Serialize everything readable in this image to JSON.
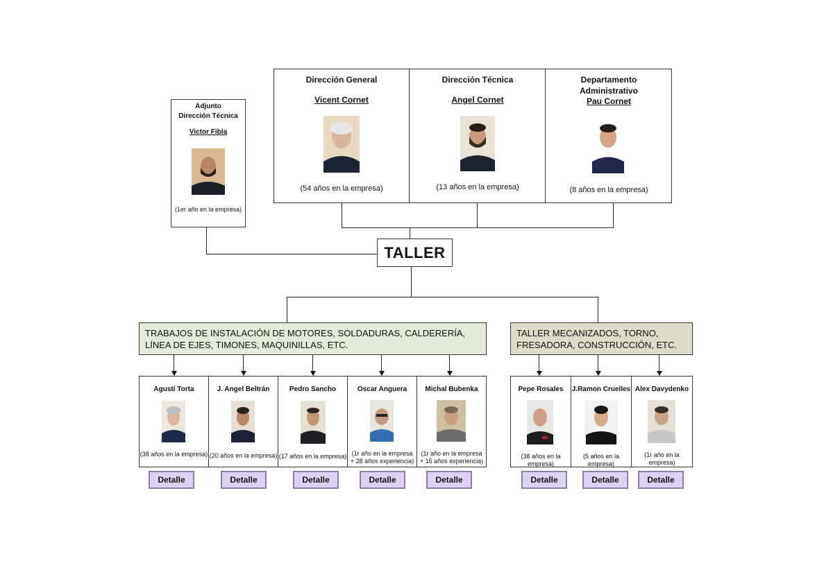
{
  "management": [
    {
      "role": "Dirección General",
      "name": "Vicent Cornet",
      "years": "(54 años en la empresa)"
    },
    {
      "role": "Dirección Técnica",
      "name": "Angel Cornet",
      "years": "(13 años en la empresa)"
    },
    {
      "role": "Departamento\nAdministrativo",
      "name": "Pau Cornet",
      "years": "(8 años en la empresa)"
    }
  ],
  "adjunto": {
    "role": "Adjunto\nDirección Técnica",
    "name": "Victor Fibla",
    "years": "(1er año en la empresa)"
  },
  "taller": {
    "label": "TALLER"
  },
  "categories": [
    {
      "label": "TRABAJOS DE INSTALACIÓN DE MOTORES, SOLDADURAS, CALDERERÍA, LÍNEA DE EJES, TIMONES, MAQUINILLAS, ETC.",
      "color": "#e2ecd8"
    },
    {
      "label": "TALLER MECANIZADOS, TORNO, FRESADORA, CONSTRUCCIÓN, ETC.",
      "color": "#dedcc8"
    }
  ],
  "workers": [
    {
      "name": "Agustí Torta",
      "years": "(38 años en la empresa)"
    },
    {
      "name": "J. Angel Beltrán",
      "years": "(20 años en la empresa)"
    },
    {
      "name": "Pedro Sancho",
      "years": "(17 años en la empresa)"
    },
    {
      "name": "Oscar Anguera",
      "years": "(1r año en la empresa\n+ 28 años experiencia)"
    },
    {
      "name": "Michal Bubenka",
      "years": "(1r año en la empresa\n+ 15 años experiencia)"
    },
    {
      "name": "Pepe Rosales",
      "years": "(38 años en la\nempresa)"
    },
    {
      "name": "J.Ramon Cruelles",
      "years": "(5 años en la empresa)"
    },
    {
      "name": "Alex Davydenko",
      "years": "(1r año en la empresa)"
    }
  ],
  "buttons": {
    "detail_label": "Detalle"
  }
}
